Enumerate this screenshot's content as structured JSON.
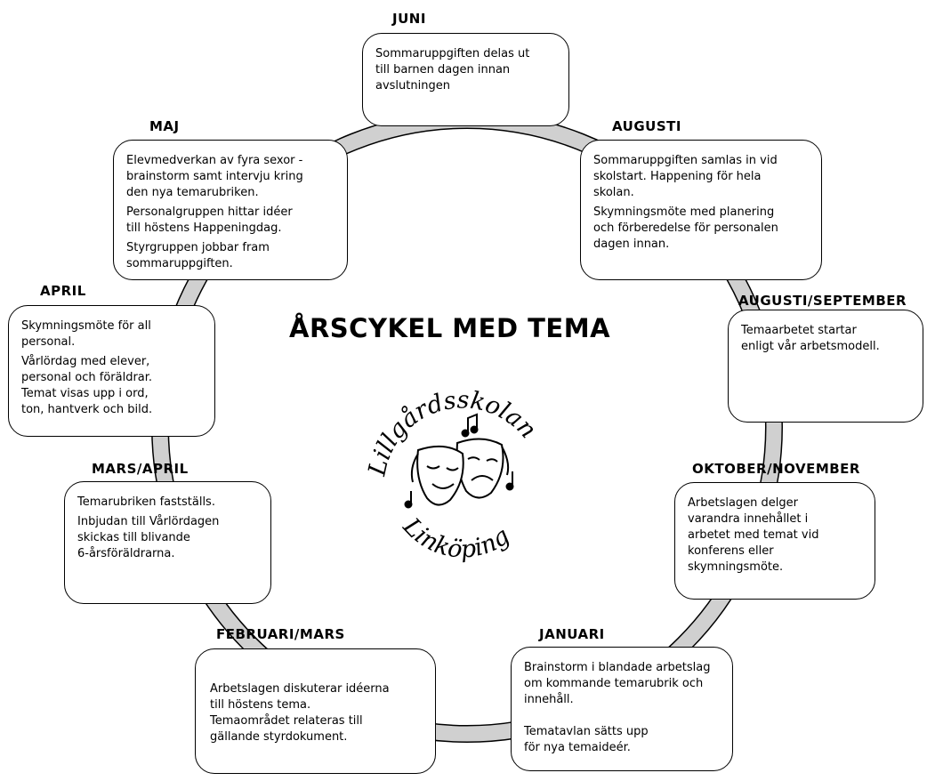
{
  "title": "ÅRSCYKEL MED TEMA",
  "logo": {
    "top_text": "Lillgårdsskolan",
    "bottom_text": "Linköping",
    "icon": "theater-masks-icon"
  },
  "ring_color": "#d0d0d0",
  "stages": [
    {
      "month": "JUNI",
      "lines": [
        "Sommaruppgiften delas ut\ntill barnen dagen innan\navslutningen"
      ]
    },
    {
      "month": "AUGUSTI",
      "lines": [
        "Sommaruppgiften samlas in vid\nskolstart. Happening för hela\nskolan.",
        "Skymningsmöte med planering\noch förberedelse för personalen\ndagen innan."
      ]
    },
    {
      "month": "AUGUSTI/SEPTEMBER",
      "lines": [
        "Temaarbetet startar\nenligt vår arbetsmodell."
      ]
    },
    {
      "month": "OKTOBER/NOVEMBER",
      "lines": [
        "Arbetslagen delger\nvarandra innehållet i\narbetet med temat vid\nkonferens eller\nskymningsmöte."
      ]
    },
    {
      "month": "JANUARI",
      "lines": [
        "Brainstorm i blandade arbetslag\nom kommande temarubrik och\ninnehåll.",
        "",
        "Tematavlan sätts upp\nför nya temaideér."
      ]
    },
    {
      "month": "FEBRUARI/MARS",
      "lines": [
        "Arbetslagen diskuterar idéerna\ntill höstens tema.",
        "Temaområdet relateras till\ngällande styrdokument."
      ]
    },
    {
      "month": "MARS/APRIL",
      "lines": [
        "Temarubriken fastställs.",
        "Inbjudan till Vårlördagen\nskickas till blivande\n6-årsföräldrarna."
      ]
    },
    {
      "month": "APRIL",
      "lines": [
        "Skymningsmöte för all\npersonal.",
        "Vårlördag med elever,\npersonal och föräldrar.\nTemat visas upp i ord,\nton, hantverk och bild."
      ]
    },
    {
      "month": "MAJ",
      "lines": [
        "Elevmedverkan av fyra sexor -\nbrainstorm samt intervju kring\nden nya temarubriken.",
        "Personalgruppen hittar idéer\ntill höstens Happeningdag.",
        "Styrgruppen jobbar fram\nsommaruppgiften."
      ]
    }
  ]
}
